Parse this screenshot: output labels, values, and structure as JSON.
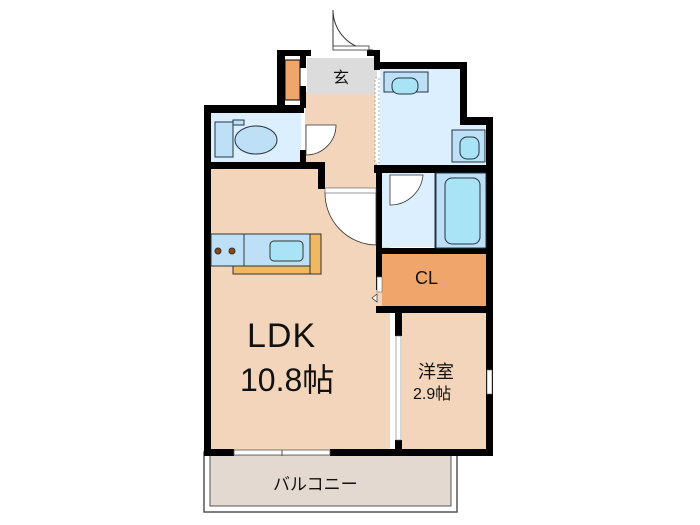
{
  "floor_plan": {
    "rooms": [
      {
        "id": "ldk",
        "label": "LDK",
        "size": "10.8帖",
        "color": "#f3d5bb"
      },
      {
        "id": "western-room",
        "label": "洋室",
        "size": "2.9帖",
        "color": "#f3d5bb"
      },
      {
        "id": "closet",
        "label": "CL",
        "color": "#f0a66b"
      },
      {
        "id": "entrance",
        "label": "玄",
        "color": "#dcdcdc"
      },
      {
        "id": "balcony",
        "label": "バルコニー",
        "color": "#e3d9d0"
      },
      {
        "id": "toilet",
        "label": "",
        "color": "#dcefff"
      },
      {
        "id": "washroom",
        "label": "",
        "color": "#dcefff"
      },
      {
        "id": "bathroom",
        "label": "",
        "color": "#dcefff"
      }
    ],
    "colors": {
      "wall": "#000000",
      "floor": "#f3d5bb",
      "wet_area": "#dcefff",
      "fixture": "#a8e4f5",
      "closet": "#f0a66b",
      "counter": "#f0b860"
    }
  }
}
